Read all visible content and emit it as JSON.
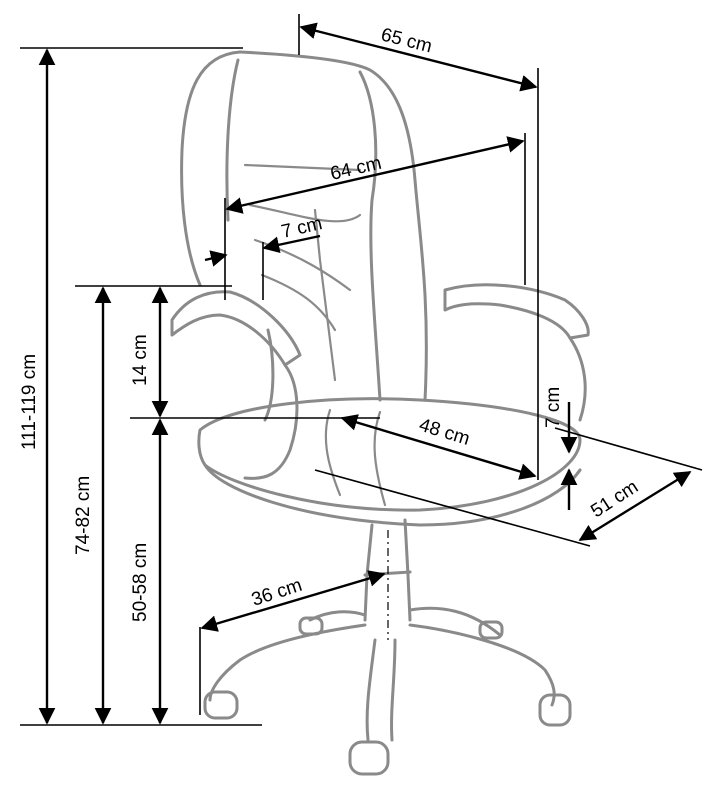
{
  "diagram": {
    "subject": "Office swivel chair dimension drawing",
    "units": "cm",
    "colors": {
      "outline": "#8a8a8a",
      "dimension_lines": "#000000",
      "background": "#ffffff"
    }
  },
  "dimensions": {
    "overall_height": "111-119 cm",
    "armrest_height": "74-82 cm",
    "seat_height": "50-58 cm",
    "armrest_above_seat": "14 cm",
    "overall_width": "65 cm",
    "inner_width": "64 cm",
    "armrest_width": "7 cm",
    "seat_width": "48 cm",
    "seat_depth": "51 cm",
    "seat_thickness": "7 cm",
    "base_radius": "36 cm"
  }
}
